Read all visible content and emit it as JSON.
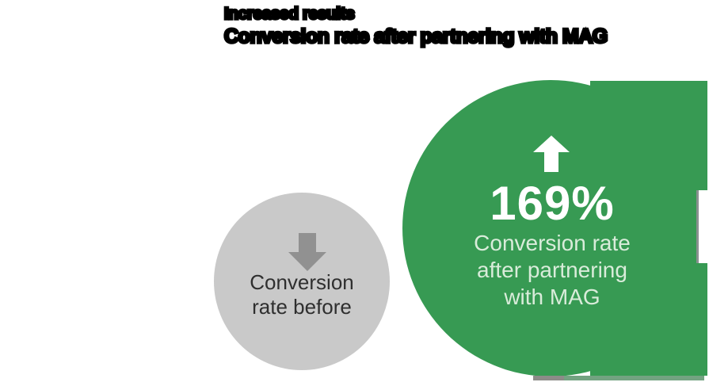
{
  "title": {
    "line1": "Increased results",
    "line2": "Conversion rate after partnering with MAG"
  },
  "before_circle": {
    "label_line1": "Conversion",
    "label_line2": "rate before",
    "background_color": "#c9c9c9",
    "arrow_color": "#919191",
    "text_color": "#2f2f2f",
    "arrow_direction": "down"
  },
  "after_circle": {
    "value": "169%",
    "label_line1": "Conversion rate",
    "label_line2": "after partnering",
    "label_line3": "with MAG",
    "background_color": "#379a53",
    "value_color": "#ffffff",
    "label_color": "#d9ecda",
    "arrow_color": "#ffffff",
    "arrow_direction": "up"
  },
  "artifacts": {
    "right_notch_color": "#ffffff",
    "right_notch_edge_color": "#8a9090",
    "bottom_thumb_color": "#8c8c88",
    "bottom_track_color": "#73a381"
  },
  "stats": {
    "metric": "Conversion rate",
    "change_percent": 169,
    "comparison": [
      "before",
      "after partnering with MAG"
    ]
  }
}
